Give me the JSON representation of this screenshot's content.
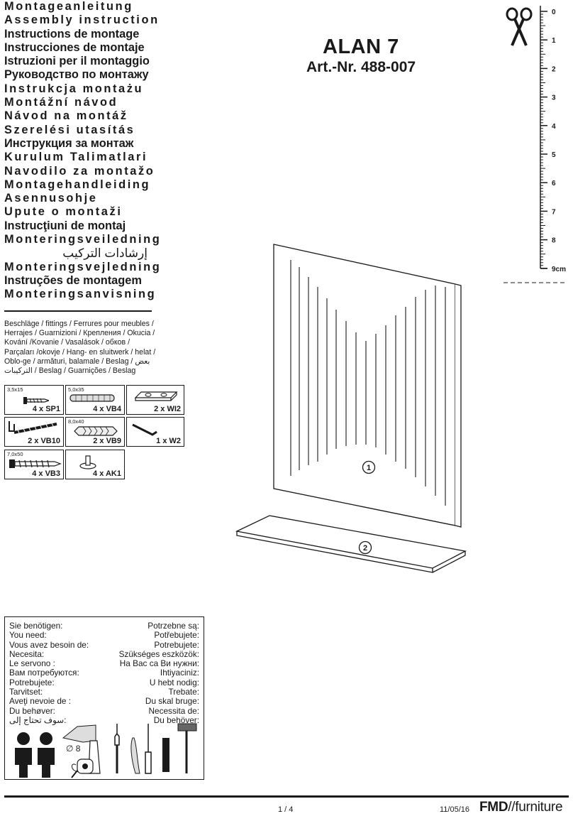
{
  "titles": [
    {
      "text": "Montageanleitung",
      "style": "sp"
    },
    {
      "text": "Assembly instruction",
      "style": "sp"
    },
    {
      "text": "Instructions de montage",
      "style": ""
    },
    {
      "text": "Instrucciones de montaje",
      "style": ""
    },
    {
      "text": "Istruzioni per il montaggio",
      "style": ""
    },
    {
      "text": "Руководство по монтажу",
      "style": ""
    },
    {
      "text": "Instrukcja montażu",
      "style": "sp"
    },
    {
      "text": "Montážní návod",
      "style": "sp"
    },
    {
      "text": "Návod na montáž",
      "style": "sp"
    },
    {
      "text": "Szerelési utasítás",
      "style": "sp"
    },
    {
      "text": "Инструкция за монтаж",
      "style": ""
    },
    {
      "text": "Kurulum Talimatlari",
      "style": "sp"
    },
    {
      "text": "Navodilo za montažo",
      "style": "sp"
    },
    {
      "text": "Montagehandleiding",
      "style": "sp"
    },
    {
      "text": "Asennusohje",
      "style": "sp"
    },
    {
      "text": "Upute o montaži",
      "style": "sp"
    },
    {
      "text": "Instrucţiuni de montaj",
      "style": ""
    },
    {
      "text": "Monteringsveiledning",
      "style": "sp"
    },
    {
      "text": "إرشادات التركيب",
      "style": "rtl"
    },
    {
      "text": "Monteringsvejledning",
      "style": "sp"
    },
    {
      "text": "Instruções de montagem",
      "style": ""
    },
    {
      "text": "Monteringsanvisning",
      "style": "sp"
    }
  ],
  "fittings_text": "Beschläge / fittings / Ferrures pour meubles / Herrajes / Guarnizioni / Крепления / Okucia / Kování /Kovanie / Vasalások / обков / Parçaları /okovje / Hang- en sluitwerk / helat / Oblo-ge / armături, balamale / Beslag / بعض التركيبات / Beslag / Guarnições / Beslag",
  "parts": [
    {
      "dim": "3,5x15",
      "label": "4 x SP1"
    },
    {
      "dim": "5,0x35",
      "label": "4 x VB4"
    },
    {
      "dim": "",
      "label": "2 x WI2"
    },
    {
      "dim": "",
      "label": "2 x VB10"
    },
    {
      "dim": "8,0x40",
      "label": "2 x VB9"
    },
    {
      "dim": "",
      "label": "1 x W2"
    },
    {
      "dim": "7,0x50",
      "label": "4 x VB3"
    },
    {
      "dim": "",
      "label": "4 x AK1"
    }
  ],
  "model": "ALAN 7",
  "article": "Art.-Nr. 488-007",
  "ruler": [
    "0",
    "1",
    "2",
    "3",
    "4",
    "5",
    "6",
    "7",
    "8",
    "9cm"
  ],
  "callouts": [
    "1",
    "2"
  ],
  "need_left": [
    "Sie benötigen:",
    "You need:",
    "Vous avez besoin de:",
    "Necesita:",
    "Le servono :",
    "Вам потребуются:",
    "Potrebujete:",
    "Tarvitset:",
    "Aveţi nevoie de :",
    "Du behøver:",
    "سوف تحتاج إلى:"
  ],
  "need_right": [
    "Potrzebne są:",
    "Potřebujete:",
    "Potrebujete:",
    "Szükséges eszközök:",
    "На Вас са Ви нужни:",
    "Ihtiyaciniz:",
    "U hebt nodig:",
    "Trebate:",
    "Du skal bruge:",
    "Necessita de:",
    "Du behöver:"
  ],
  "drill_size": "∅ 8",
  "page": "1 / 4",
  "date": "11/05/16",
  "brand_bold": "FMD",
  "brand_thin": "//furniture"
}
